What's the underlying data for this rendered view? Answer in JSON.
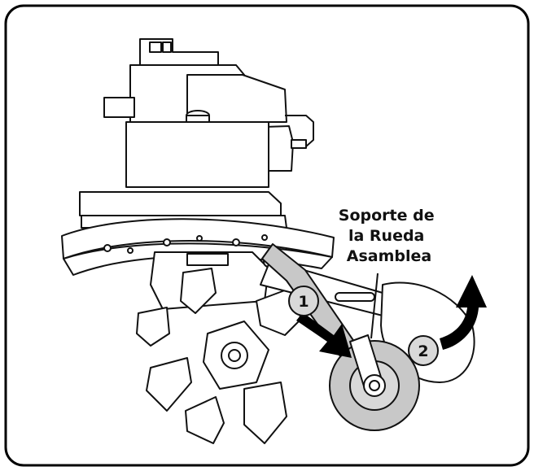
{
  "callout": {
    "line1": "Soporte de",
    "line2": "la Rueda",
    "line3": "Asamblea"
  },
  "steps": [
    {
      "number": "1"
    },
    {
      "number": "2"
    }
  ],
  "colors": {
    "frame": "#000000",
    "line": "#111111",
    "wheel_fill": "#c8c8c8",
    "badge_fill": "#d9d9d9",
    "arrow": "#000000"
  }
}
